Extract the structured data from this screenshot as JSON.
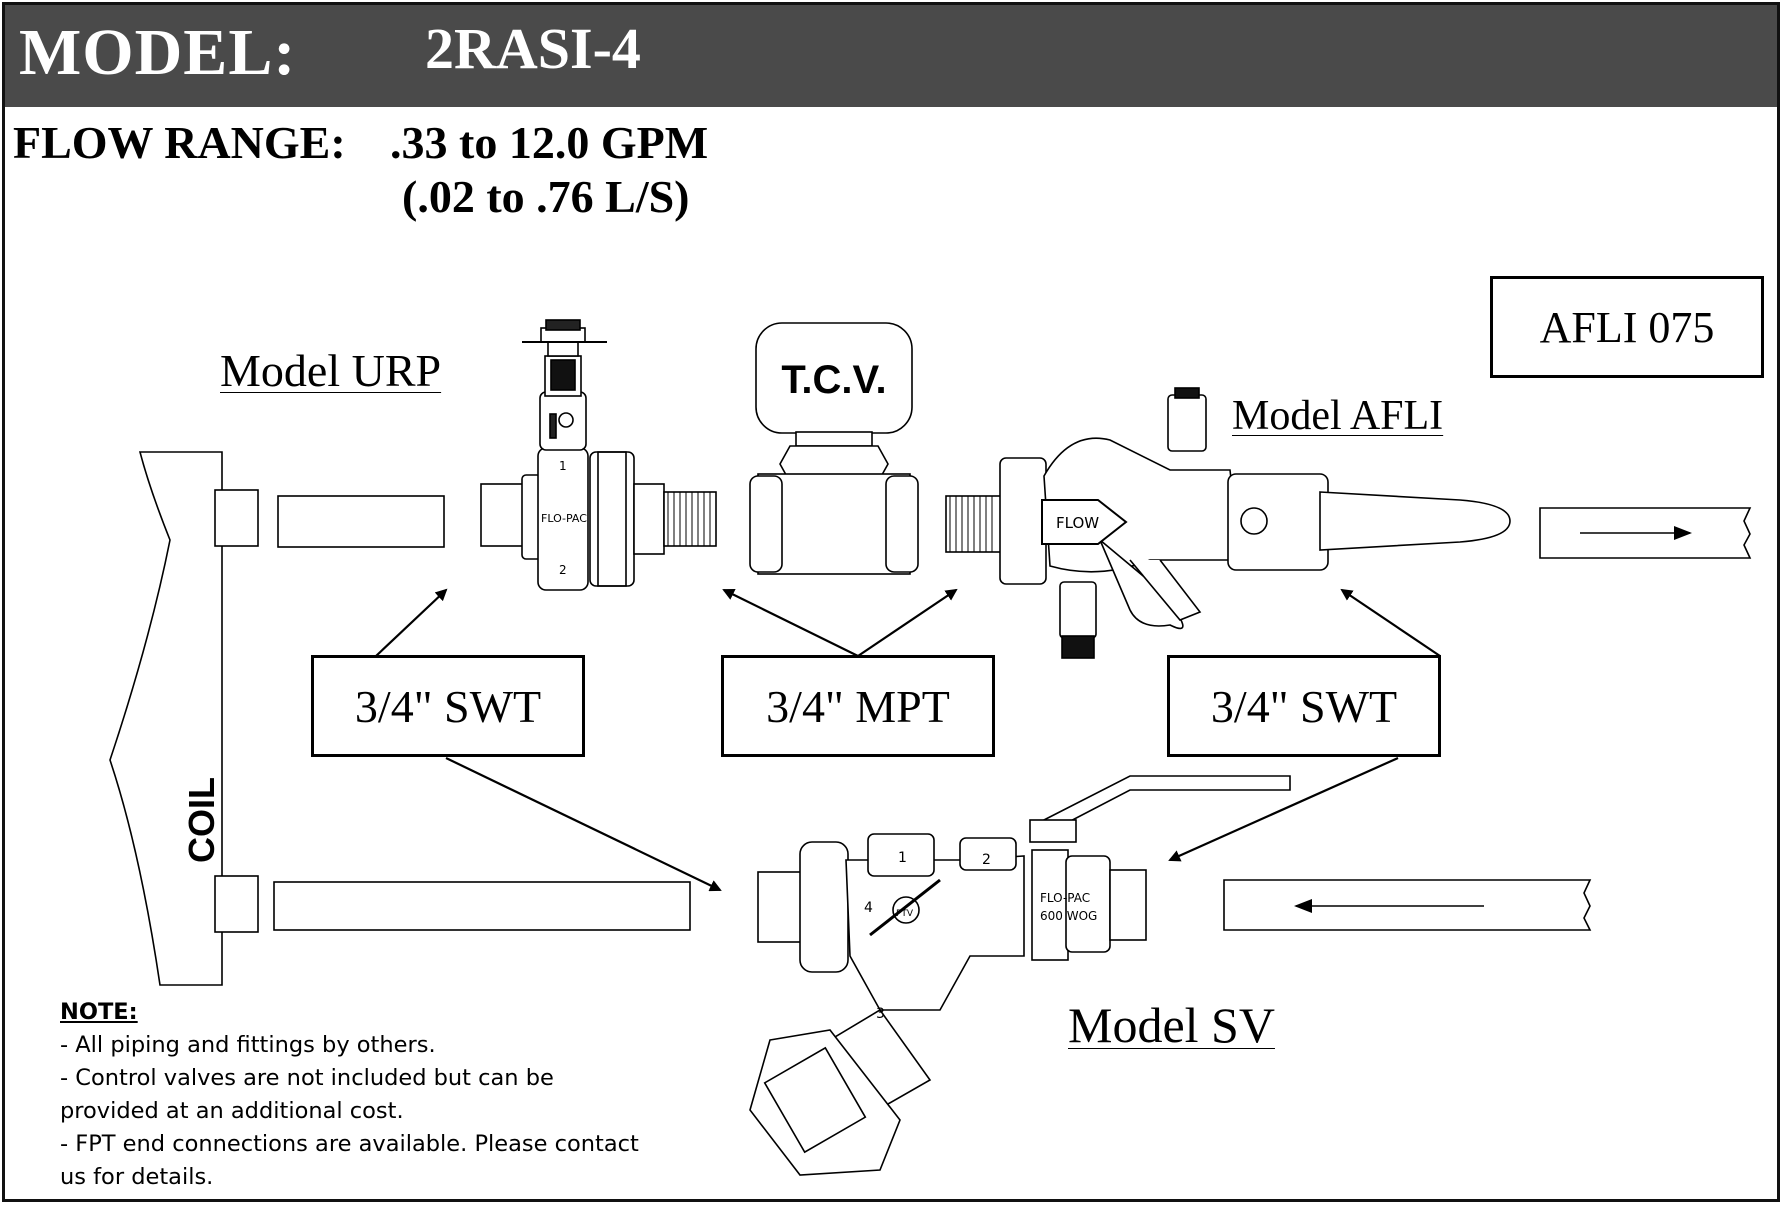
{
  "header": {
    "model_label": "MODEL:",
    "model_value": "2RASI-4"
  },
  "flow": {
    "label": "FLOW RANGE:",
    "gpm": ".33 to 12.0 GPM",
    "ls": "(.02 to .76 L/S)"
  },
  "components": {
    "urp_label": "Model URP",
    "afli_label": "Model AFLI",
    "sv_label": "Model SV",
    "tcv_label": "T.C.V.",
    "afli_box": "AFLI 075",
    "coil_label": "COIL",
    "flow_arrow_text": "FLOW",
    "flopac_text": "FLO-PAC",
    "wog_text": "600 WOG",
    "ptv_text": "PTV"
  },
  "connections": {
    "left": "3/4\" SWT",
    "middle": "3/4\" MPT",
    "right": "3/4\" SWT"
  },
  "port_numbers": [
    "1",
    "2",
    "3",
    "4"
  ],
  "notes": {
    "title": "NOTE:",
    "lines": [
      "- All piping and fittings by others.",
      "- Control valves are not included but can be",
      "provided at an additional cost.",
      "- FPT end connections are available.  Please contact",
      "us for details."
    ]
  }
}
